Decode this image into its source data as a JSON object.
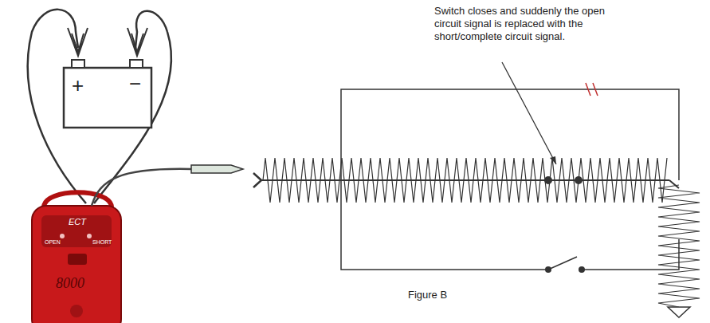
{
  "diagram": {
    "caption": "Figure B",
    "labels": [
      "Switch closes and suddenly the open circuit signal is replaced with the short/complete circuit signal.",
      "+",
      "−",
      "ECT",
      "OPEN",
      "SHORT",
      "8000"
    ]
  }
}
